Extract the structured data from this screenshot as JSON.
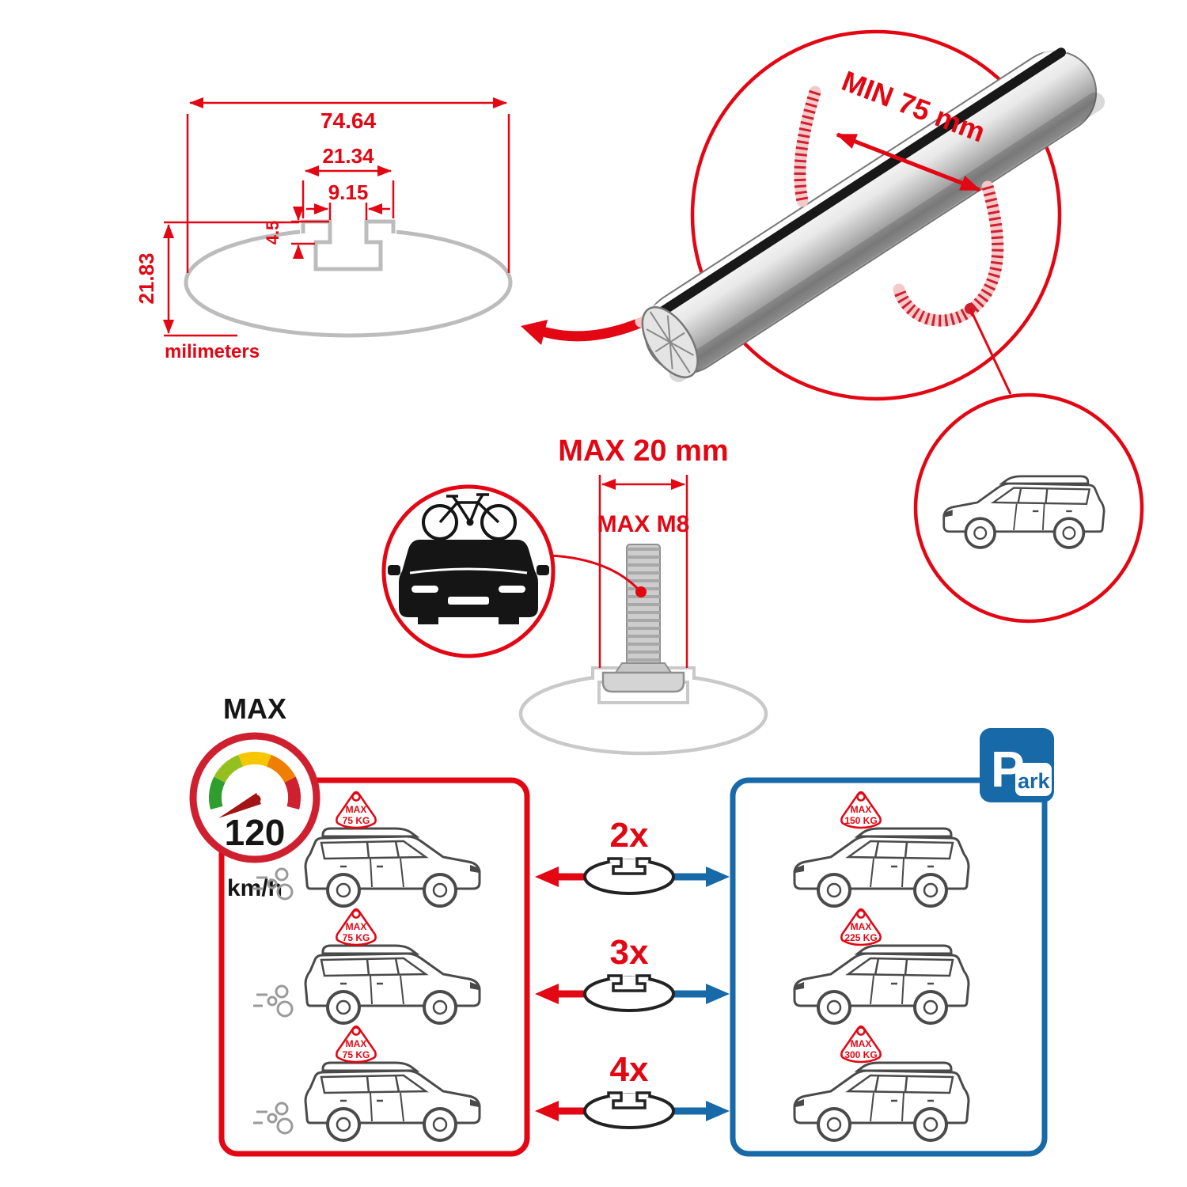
{
  "colors": {
    "red": "#e30613",
    "blue": "#1769a8",
    "silver": "#c9c9c9",
    "profile_gray": "#bcbcbc",
    "black": "#151515"
  },
  "cross_section_diagram": {
    "total_width_mm": "74.64",
    "channel_width_mm": "21.34",
    "slot_width_mm": "9.15",
    "lip_depth_mm": "4.5",
    "total_height_mm": "21.83",
    "units_label": "milimeters"
  },
  "crossbar_detail": {
    "min_span_label": "MIN 75 mm"
  },
  "mounting_bolt": {
    "max_width_label": "MAX 20 mm",
    "max_thread_label": "MAX M8"
  },
  "speed_limit": {
    "title": "MAX",
    "value": "120",
    "units": "km/h"
  },
  "park_sign": {
    "letter": "P",
    "suffix": "ark"
  },
  "driving_cars": [
    {
      "badge_title": "MAX",
      "badge_value": "75 KG"
    },
    {
      "badge_title": "MAX",
      "badge_value": "75 KG"
    },
    {
      "badge_title": "MAX",
      "badge_value": "75 KG"
    }
  ],
  "crossbar_counts": [
    {
      "label": "2x"
    },
    {
      "label": "3x"
    },
    {
      "label": "4x"
    }
  ],
  "parked_cars": [
    {
      "badge_title": "MAX",
      "badge_value": "150 KG"
    },
    {
      "badge_title": "MAX",
      "badge_value": "225 KG"
    },
    {
      "badge_title": "MAX",
      "badge_value": "300 KG"
    }
  ]
}
